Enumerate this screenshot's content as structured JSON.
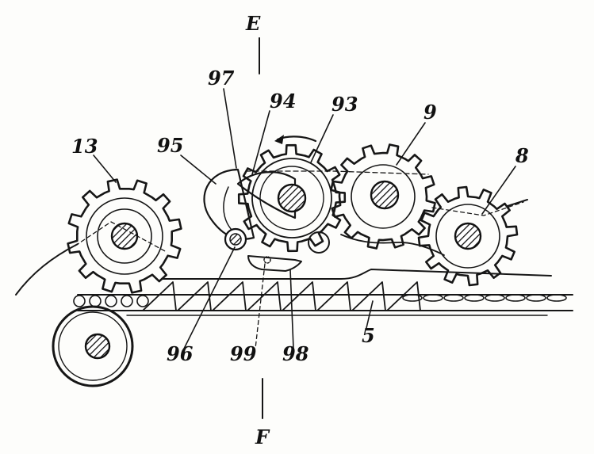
{
  "figure": {
    "section_marks": {
      "top": "E",
      "bottom": "F"
    },
    "labels": {
      "l13": "13",
      "l95": "95",
      "l97": "97",
      "l94": "94",
      "l93": "93",
      "l9": "9",
      "l8": "8",
      "l96": "96",
      "l99": "99",
      "l98": "98",
      "l5": "5"
    },
    "colors": {
      "ink": "#161616",
      "paper": "#fdfdfb"
    }
  }
}
